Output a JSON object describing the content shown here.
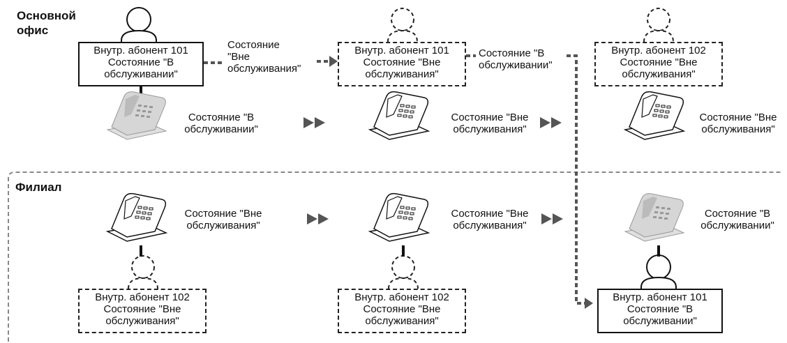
{
  "headings": {
    "main_office": "Основной офис",
    "branch": "Филиал"
  },
  "boxes": {
    "box1": [
      "Внутр. абонент 101",
      "Состояние \"В",
      "обслуживании\""
    ],
    "box2": [
      "Внутр. абонент 101",
      "Состояние \"Вне",
      "обслуживания\""
    ],
    "box3": [
      "Внутр. абонент 102",
      "Состояние \"Вне",
      "обслуживания\""
    ],
    "box4": [
      "Внутр. абонент 102",
      "Состояние \"Вне",
      "обслуживания\""
    ],
    "box5": [
      "Внутр. абонент 102",
      "Состояние \"Вне",
      "обслуживания\""
    ],
    "box6": [
      "Внутр. абонент 101",
      "Состояние \"В",
      "обслуживании\""
    ]
  },
  "transitions": {
    "t1": [
      "Состояние",
      "\"Вне",
      "обслуживания\""
    ],
    "t2": [
      "Состояние \"В",
      "обслуживании\""
    ]
  },
  "phone_status": {
    "p1": [
      "Состояние \"В",
      "обслуживании\""
    ],
    "p2": [
      "Состояние \"Вне",
      "обслуживания\""
    ],
    "p3": [
      "Состояние \"Вне",
      "обслуживания\""
    ],
    "p4": [
      "Состояние \"Вне",
      "обслуживания\""
    ],
    "p5": [
      "Состояние \"Вне",
      "обслуживания\""
    ],
    "p6": [
      "Состояние \"В",
      "обслуживании\""
    ]
  }
}
